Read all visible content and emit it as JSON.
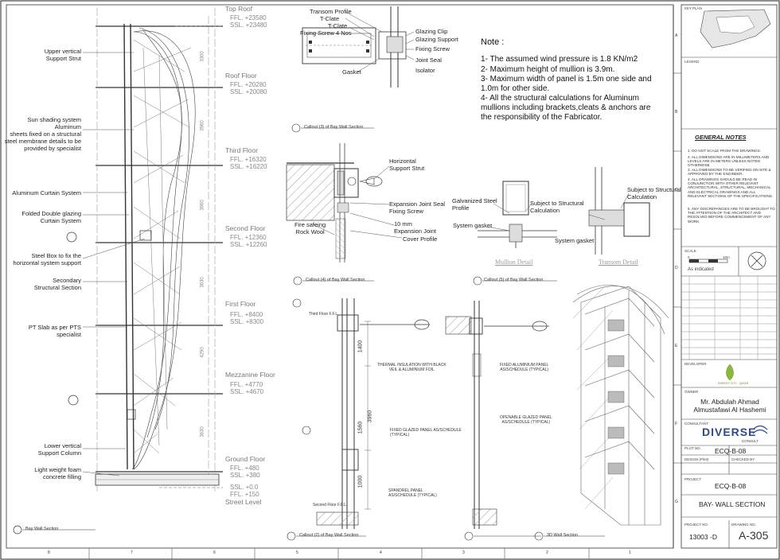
{
  "left_labels": [
    "Upper vertical\nSupport Strut",
    "Sun shading system Aluminum\nsheets fixed on a structural\nsteel membrane details to be\nprovided by specialist",
    "Aluminum Curtain System",
    "Folded Double glazing\nCurtain System",
    "Steel Box to fix the\nhorizontal system support",
    "Secondary\nStructural Section",
    "PT Slab as per PTS specialist",
    "Lower vertical\nSupport Column",
    "Light weight foam\nconcrete filling"
  ],
  "levels": [
    {
      "name": "Top Roof",
      "ffl": "FFL. +23580",
      "ssl": "SSL. +23480"
    },
    {
      "name": "Roof Floor",
      "ffl": "FFL. +20280",
      "ssl": "SSL. +20080"
    },
    {
      "name": "Third Floor",
      "ffl": "FFL. +16320",
      "ssl": "SSL. +16220"
    },
    {
      "name": "Second Floor",
      "ffl": "FFL. +12360",
      "ssl": "SSL. +12260"
    },
    {
      "name": "First Floor",
      "ffl": "FFL. +8400",
      "ssl": "SSL. +8300"
    },
    {
      "name": "Mezzanine Floor",
      "ffl": "FFL. +4770",
      "ssl": "SSL. +4670"
    },
    {
      "name": "Ground Floor",
      "ffl": "FFL. +480",
      "ssl": "SSL. +380"
    }
  ],
  "street": {
    "ssl": "SSL. +0.0",
    "ffl": "FFL. +150",
    "name": "Street Level"
  },
  "dims": [
    "3300",
    "3960",
    "3960",
    "3630",
    "4290",
    "3630"
  ],
  "transom_labels": [
    "Transom Profile",
    "T-Clate",
    "T-Clate",
    "Fixing Screw 4 Nos",
    "Gasket"
  ],
  "transom_right_labels": [
    "Glazing Clip",
    "Glazing Support",
    "Fixing Screw",
    "Joint Seal",
    "Isolator"
  ],
  "detail4_labels": [
    "Horizontal\nSupport Strut",
    "Expansion Joint Seal\nFixing Screw",
    "10 mm\nExpansion Joint",
    "Cover Profile",
    "Fire safeing\nRock Wool"
  ],
  "mullion_labels": [
    "Galvanized Steel\nProfile",
    "Subject to Structural\nCalculation",
    "System gasket",
    "Subject to Structural\nCalculation",
    "System gasket"
  ],
  "detail_titles": {
    "mullion": "Mullion Detail",
    "transom": "Transom Detail"
  },
  "note": {
    "title": "Note :",
    "items": [
      "1- The assumed wind pressure is 1.8 KN/m2",
      "2- Maximum height of mullion is 3.9m.",
      "3- Maximum width of panel is 1.5m one side and 1.0m for other side.",
      "4- All the structural calculations for Aluminum mullions including brackets,cleats & anchors are the responsibility of the Fabricator."
    ]
  },
  "callouts": {
    "c3": "Callout (3) of Bay Wall Section",
    "c4": "Callout (4) of Bay Wall Section",
    "c5": "Callout (5) of Bay Wall Section",
    "c2": "Callout (2) of Bay Wall Section",
    "c1": "Bay Wall Section",
    "c3d": "3D Wall Section"
  },
  "section_labels": {
    "thermal": "THERMAL INSULATION WITH BLACK\nVEIL & ALUMINIUM FOIL",
    "fixed_alu": "FIXED ALUMINIUM PANEL\nAS/SCHEDULE (TYPICAL)",
    "fixed_glazed": "FIXED GLAZED PANEL AS/SCHEDULE\n(TYPICAL)",
    "openable": "OPENABLE GLAZED PANEL\nAS/SCHEDULE (TYPICAL)",
    "spandrel": "SPANDREL PANEL\nAS/SCHEDULE (TYPICAL)",
    "third_floor": "Third Floor F.F.L.",
    "second_floor": "Second Floor F.F.L.",
    "dim_1400": "1400",
    "dim_3960": "3960",
    "dim_1560": "1560",
    "dim_1000": "1000"
  },
  "title_block": {
    "key_plan": "KEY PLAN",
    "legend": "LEGEND",
    "general_notes_title": "GENERAL NOTES",
    "general_notes": [
      "1. DO NOT SCALE FROM THE DRAWINGS.",
      "2. ALL DIMENSIONS ARE IN MILLIMETERS AND LEVELS ARE IN METERS UNLESS NOTED OTHERWISE.",
      "3. ALL DIMENSIONS TO BE VERIFIED ON SITE & APPROVED BY THE ENGINEER.",
      "4. ALL DRAWINGS SHOULD BE READ IN CONJUNCTION WITH OTHER RELEVANT ARCHITECTURAL, STRUCTURAL, MECHANICAL AND ELECTRICAL DRAWINGS AND ALL RELEVANT SECTIONS OF THE SPECIFICATIONS.",
      "5. ANY DISCREPANCIES ARE TO BE BROUGHT TO THE ATTENTION OF THE ARCHITECT AND RESOLVED BEFORE COMMENCEMENT OF ANY WORK."
    ],
    "scale_label": "SCALE",
    "scale_zero": "0",
    "scale_ten": "10m",
    "as_indicated": "As indicated",
    "developer": "DEVELOPER",
    "logo_text": "ENERGY CITY · QATAR",
    "owner_label": "OWNER",
    "owner_name": "Mr. Abdulah Ahmad\nAlmustafawi Al Hashemi",
    "consultant": "CONSULTANT",
    "firm_name": "DIVERSE",
    "firm_sub": "CONSULT",
    "plot_no_label": "PLOT NO.",
    "plot_no": "ECQ-B-08",
    "design_label": "DESIGN (Pilot)",
    "checked_label": "CHECKED BY",
    "project_label": "PROJECT",
    "project": "ECQ-B-08",
    "sheet_title": "BAY- WALL SECTION",
    "project_no_label": "PROJECT NO.",
    "project_no": "13003 -D",
    "drawing_no_label": "DRAWING NO.",
    "drawing_no": "A-305",
    "rev_rows": [
      [
        "",
        "",
        "",
        ""
      ],
      [
        "",
        "",
        "",
        ""
      ],
      [
        "",
        "",
        "",
        ""
      ],
      [
        "",
        "",
        "",
        ""
      ],
      [
        "",
        "",
        "",
        ""
      ],
      [
        "",
        "",
        "",
        ""
      ],
      [
        "",
        "",
        "",
        ""
      ],
      [
        "",
        "",
        "",
        ""
      ],
      [
        "",
        "",
        "",
        ""
      ],
      [
        "",
        "",
        "",
        ""
      ]
    ]
  },
  "border_numbers_bottom": [
    "8",
    "7",
    "6",
    "5",
    "4",
    "3",
    "2",
    "1"
  ],
  "border_letters_right": [
    "A",
    "B",
    "C",
    "D",
    "E",
    "F",
    "G"
  ]
}
